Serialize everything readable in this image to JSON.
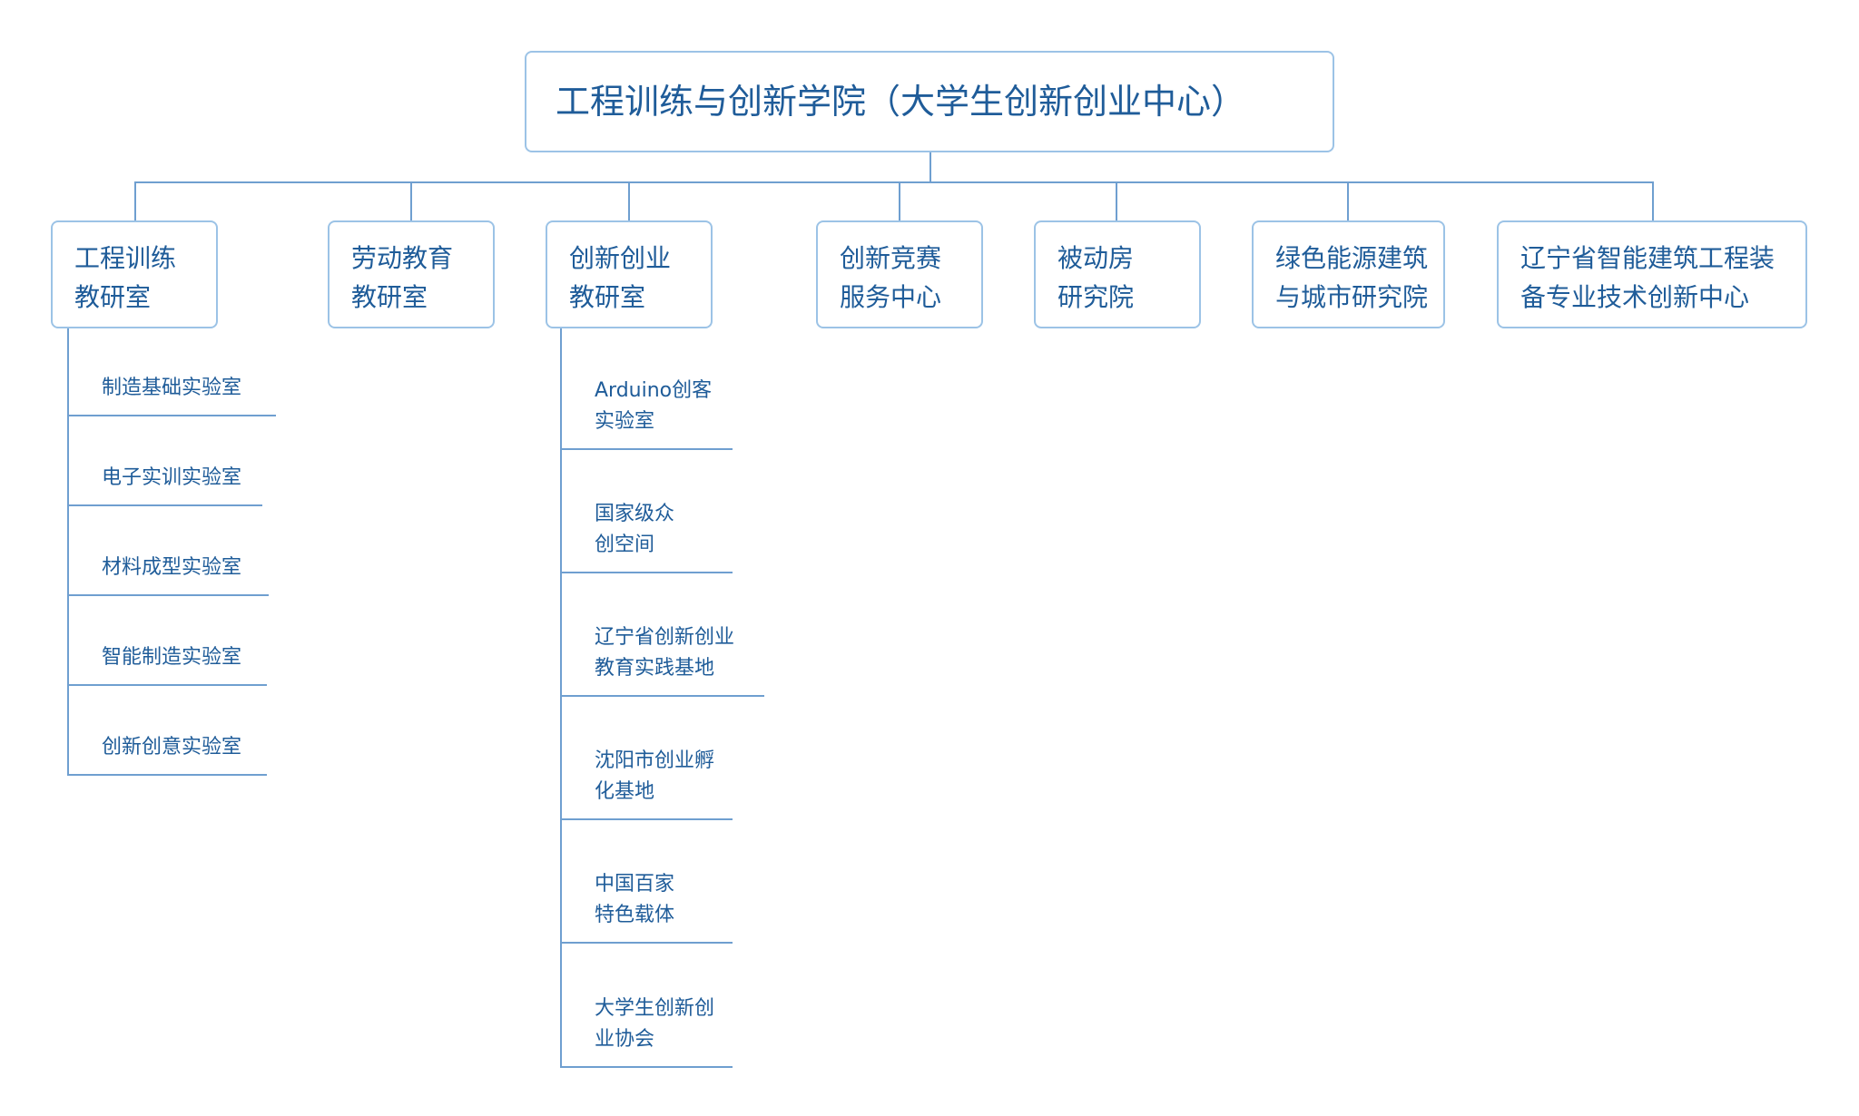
{
  "root": {
    "label": "工程训练与创新学院（大学生创新创业中心）"
  },
  "departments": [
    {
      "label": "工程训练\n教研室"
    },
    {
      "label": "劳动教育\n教研室"
    },
    {
      "label": "创新创业\n教研室"
    },
    {
      "label": "创新竞赛\n服务中心"
    },
    {
      "label": "被动房\n研究院"
    },
    {
      "label": "绿色能源建筑\n与城市研究院"
    },
    {
      "label": "辽宁省智能建筑工程装\n备专业技术创新中心"
    }
  ],
  "training_labs": [
    {
      "label": "制造基础实验室"
    },
    {
      "label": "电子实训实验室"
    },
    {
      "label": "材料成型实验室"
    },
    {
      "label": "智能制造实验室"
    },
    {
      "label": "创新创意实验室"
    }
  ],
  "innovation_units": [
    {
      "label": "Arduino创客\n实验室"
    },
    {
      "label": "国家级众\n创空间"
    },
    {
      "label": "辽宁省创新创业\n教育实践基地"
    },
    {
      "label": "沈阳市创业孵\n化基地"
    },
    {
      "label": "中国百家\n特色载体"
    },
    {
      "label": "大学生创新创\n业协会"
    }
  ]
}
